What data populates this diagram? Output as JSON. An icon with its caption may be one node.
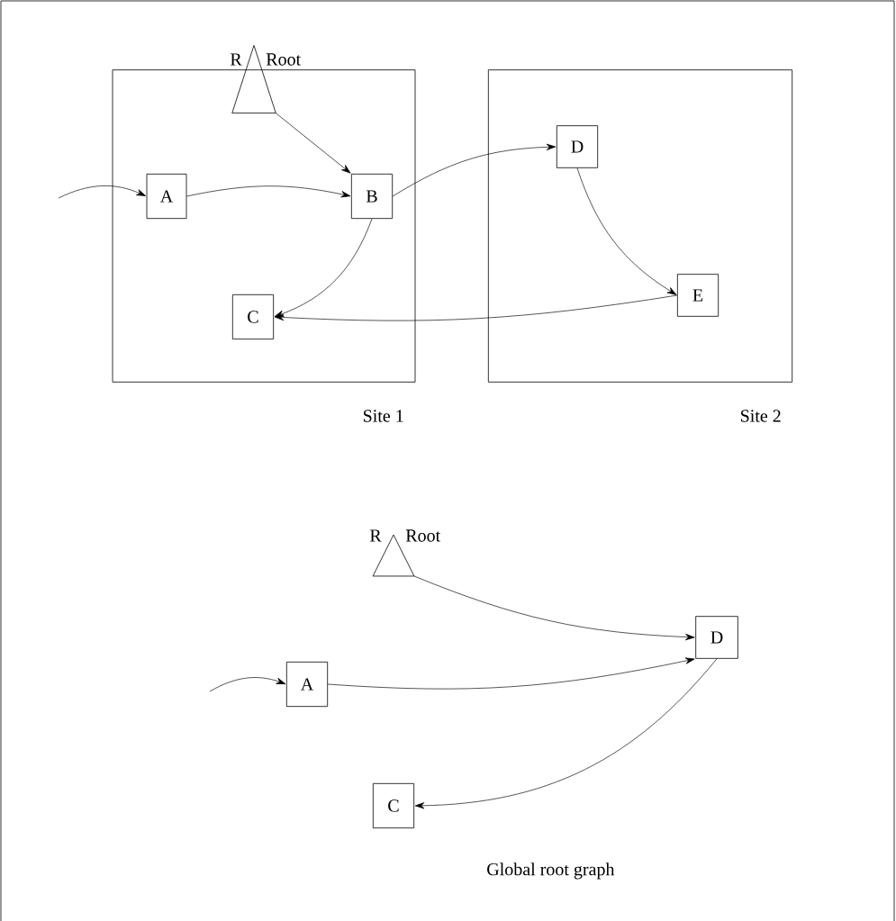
{
  "diagram": {
    "nodes": [
      {
        "text": [
          "Site 1"
        ]
      },
      {
        "text": [
          "Site 2"
        ]
      },
      {
        "text": [],
        "shape": "triangle",
        "beside": [
          "R",
          "Root"
        ],
        "in": 0
      },
      {
        "text": [
          "A"
        ],
        "in": 0
      },
      {
        "text": [
          "B"
        ],
        "in": 0
      },
      {
        "text": [
          "C"
        ],
        "in": 0
      },
      {
        "text": [
          "D"
        ],
        "in": 1
      },
      {
        "text": [
          "E"
        ],
        "in": 1
      },
      {
        "text": [],
        "shape": "triangle",
        "beside": [
          "R",
          "Root"
        ]
      },
      {
        "text": [
          "D"
        ]
      },
      {
        "text": [
          "A"
        ]
      },
      {
        "text": [
          "C"
        ]
      }
    ],
    "edges": [
      {
        "from": null,
        "to": 3,
        "arrow": "to"
      },
      {
        "from": 3,
        "to": 4,
        "arrow": "to"
      },
      {
        "from": 2,
        "to": 4,
        "arrow": "to"
      },
      {
        "from": 4,
        "to": 6,
        "arrow": "to"
      },
      {
        "from": 4,
        "to": 5,
        "arrow": "to"
      },
      {
        "from": 6,
        "to": 7,
        "arrow": "to"
      },
      {
        "from": 7,
        "to": 5,
        "arrow": "to"
      },
      {
        "from": 8,
        "to": 9,
        "arrow": "to"
      },
      {
        "from": 10,
        "to": 9,
        "arrow": "to"
      },
      {
        "from": null,
        "to": 10,
        "arrow": "to"
      },
      {
        "from": 9,
        "to": 11,
        "arrow": "to"
      }
    ],
    "caption": "Global root graph"
  }
}
